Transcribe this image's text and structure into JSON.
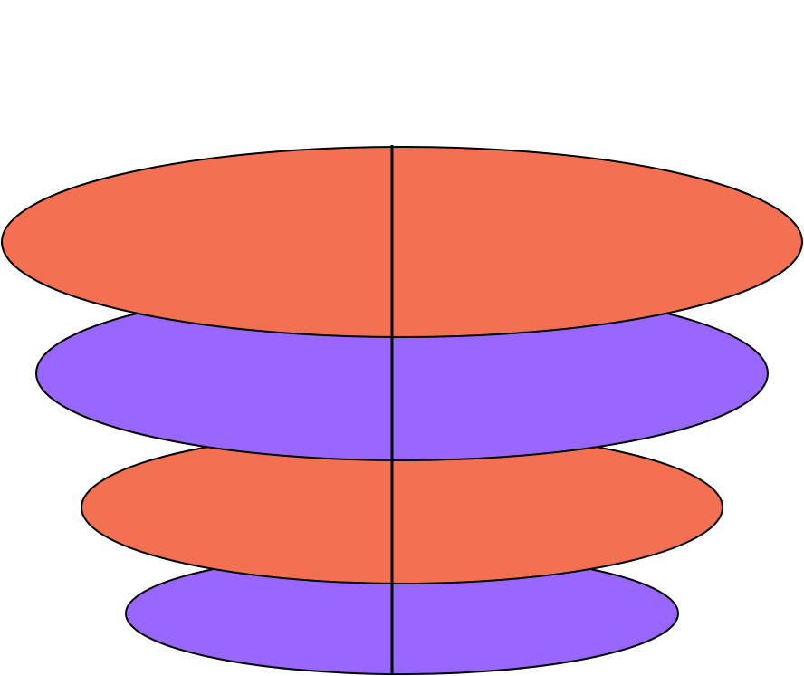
{
  "diagram": {
    "layers": [
      {
        "id": "layer-4",
        "fill": "#9966FF"
      },
      {
        "id": "layer-3",
        "fill": "#F37052"
      },
      {
        "id": "layer-2",
        "fill": "#9966FF"
      },
      {
        "id": "layer-1",
        "fill": "#F37052"
      }
    ],
    "stroke_color": "#000000",
    "axis_color": "#000000"
  }
}
